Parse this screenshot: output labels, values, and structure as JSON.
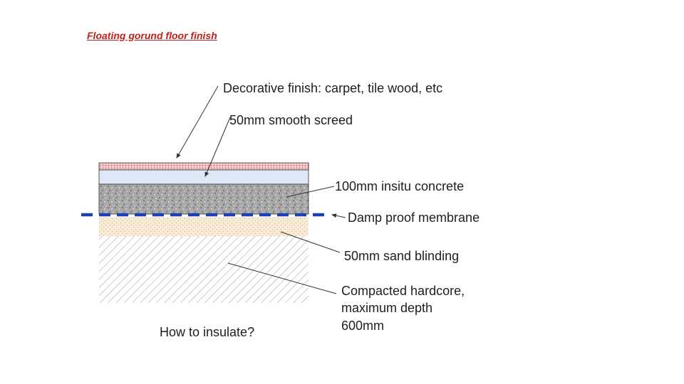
{
  "slide": {
    "title": "Floating gorund floor finish"
  },
  "diagram": {
    "layers": [
      {
        "name": "decorative-finish",
        "color": "#e04040"
      },
      {
        "name": "smooth-screed",
        "color": "#dfe8f7"
      },
      {
        "name": "insitu-concrete",
        "color": "#9a9a9a"
      },
      {
        "name": "damp-proof-membrane",
        "color": "#1f3fb4"
      },
      {
        "name": "sand-blinding",
        "color": "#f7ecd9"
      },
      {
        "name": "compacted-hardcore",
        "color": "#9c9c9c"
      }
    ],
    "labels": {
      "finish": "Decorative finish: carpet, tile wood, etc",
      "screed": "50mm smooth screed",
      "concrete": "100mm insitu concrete",
      "dpm": "Damp proof membrane",
      "sand": "50mm sand blinding",
      "hardcore_line1": "Compacted hardcore,",
      "hardcore_line2": "maximum depth",
      "hardcore_line3": "600mm"
    },
    "question": "How to insulate?"
  }
}
